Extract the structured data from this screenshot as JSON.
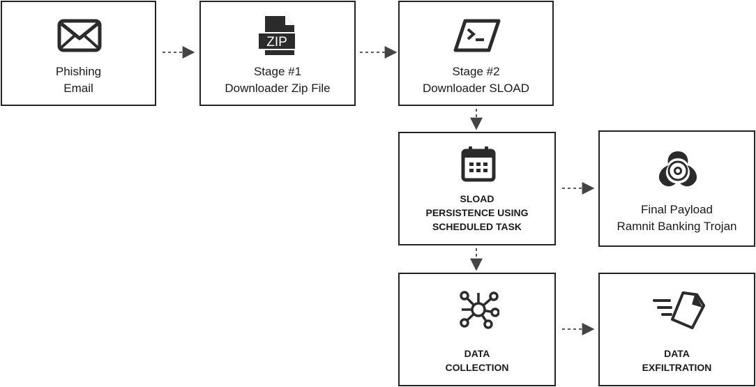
{
  "nodes": {
    "phishing": {
      "line1": "Phishing",
      "line2": "Email",
      "icon": "envelope-icon"
    },
    "stage1": {
      "line1": "Stage #1",
      "line2": "Downloader Zip File",
      "icon": "zip-file-icon",
      "icon_text": "ZIP"
    },
    "stage2": {
      "line1": "Stage #2",
      "line2": "Downloader SLOAD",
      "icon": "terminal-icon"
    },
    "persistence": {
      "line1": "SLOAD",
      "line2": "PERSISTENCE USING",
      "line3": "SCHEDULED TASK",
      "icon": "calendar-icon"
    },
    "payload": {
      "line1": "Final Payload",
      "line2": "Ramnit Banking Trojan",
      "icon": "biohazard-icon"
    },
    "collection": {
      "line1": "DATA",
      "line2": "COLLECTION",
      "icon": "network-nodes-icon"
    },
    "exfiltration": {
      "line1": "DATA",
      "line2": "EXFILTRATION",
      "icon": "flying-document-icon"
    }
  },
  "colors": {
    "border": "#222222",
    "icon": "#2b2b2b",
    "arrow": "#444444"
  }
}
